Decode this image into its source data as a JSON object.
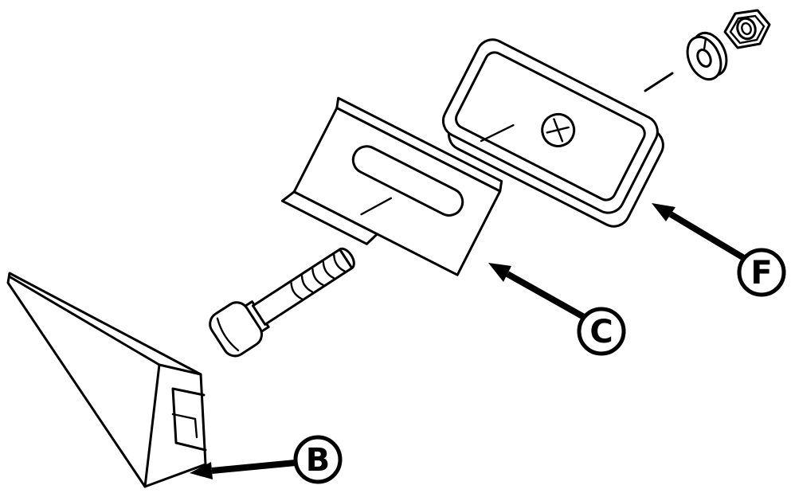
{
  "diagram": {
    "background_color": "#ffffff",
    "line_color": "#000000",
    "callouts": {
      "b": {
        "label": "B"
      },
      "c": {
        "label": "C"
      },
      "f": {
        "label": "F"
      }
    }
  }
}
